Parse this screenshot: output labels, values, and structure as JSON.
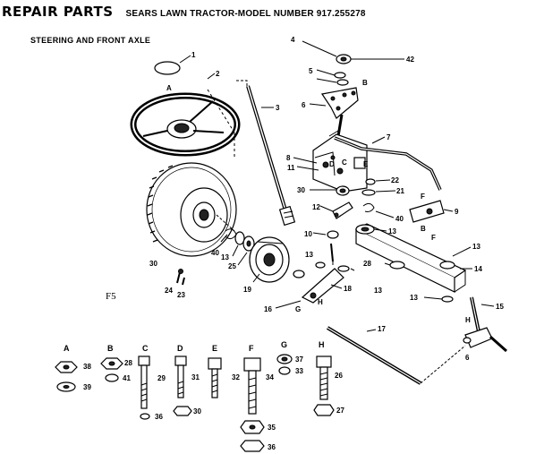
{
  "header": {
    "title": "REPAIR PARTS",
    "subtitle": "SEARS LAWN TRACTOR-MODEL NUMBER 917.255278",
    "section": "STEERING AND FRONT AXLE",
    "figure_code": "F5"
  },
  "callouts": {
    "c1": "1",
    "c2": "2",
    "c3": "3",
    "c4": "4",
    "c42": "42",
    "c5": "5",
    "c6": "6",
    "c7": "7",
    "c8": "8",
    "c11": "11",
    "c30a": "30",
    "c22": "22",
    "c21": "21",
    "c12": "12",
    "c40a": "40",
    "c9": "9",
    "c10": "10",
    "c13a": "13",
    "c13b": "13",
    "c14": "14",
    "c13c": "13",
    "c15": "15",
    "c28": "28",
    "c18": "18",
    "c13d": "13",
    "c13e": "13",
    "c16": "16",
    "c30b": "30",
    "c40b": "40",
    "c13f": "13",
    "c25": "25",
    "c19": "19",
    "c24": "24",
    "c23": "23",
    "c17": "17",
    "c6b": "6"
  },
  "letters": {
    "lA": "A",
    "lB": "B",
    "lC": "C",
    "lD": "D",
    "lE": "E",
    "lF": "F",
    "lB2": "B",
    "lF2": "F",
    "lG": "G",
    "lH": "H",
    "lH2": "H"
  },
  "hardware": {
    "A": {
      "label": "A",
      "n1": "38",
      "n2": "39"
    },
    "B": {
      "label": "B",
      "n1": "28",
      "n2": "41"
    },
    "C": {
      "label": "C",
      "n1": "29",
      "n2": "36"
    },
    "D": {
      "label": "D",
      "n1": "31",
      "n2": "30"
    },
    "E": {
      "label": "E",
      "n1": "32"
    },
    "F": {
      "label": "F",
      "n1": "34",
      "n2": "35",
      "n3": "36"
    },
    "G": {
      "label": "G",
      "n1": "37",
      "n2": "33"
    },
    "H": {
      "label": "H",
      "n1": "26",
      "n2": "27"
    }
  }
}
